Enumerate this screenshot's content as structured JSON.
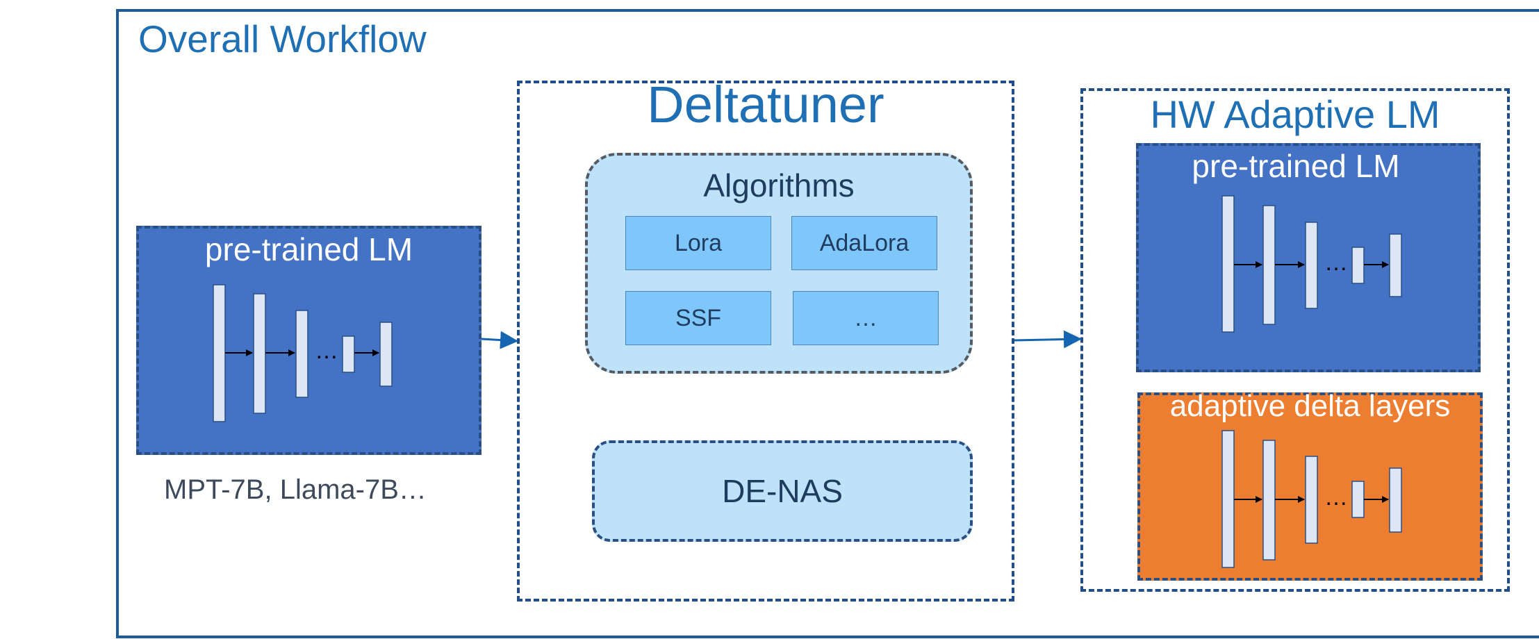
{
  "title": "Overall Workflow",
  "input_model": {
    "label": "pre-trained LM",
    "caption": "MPT-7B, Llama-7B…"
  },
  "deltatuner": {
    "title": "Deltatuner",
    "algorithms": {
      "title": "Algorithms",
      "items": [
        "Lora",
        "AdaLora",
        "SSF",
        "…"
      ]
    },
    "search": "DE-NAS"
  },
  "output": {
    "title": "HW Adaptive LM",
    "base_label": "pre-trained LM",
    "delta_label": "adaptive delta layers"
  },
  "layer_ellipsis": "…",
  "colors": {
    "accent": "#1e6fb4",
    "lm_block": "#4472c4",
    "delta_block": "#ed7d31",
    "algo_fill": "#bfe2fb",
    "algo_item": "#7fc7fb",
    "layer_bar": "#dce6f4"
  }
}
